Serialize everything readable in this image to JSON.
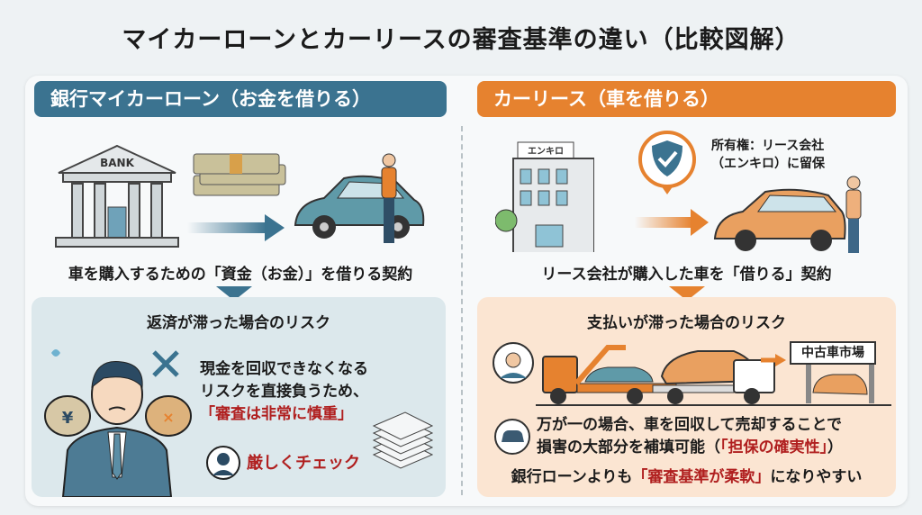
{
  "title": "マイカーローンとカーリースの審査基準の違い（比較図解）",
  "left": {
    "header": "銀行マイカーローン（お金を借りる）",
    "bank_sign": "BANK",
    "caption": "車を購入するための「資金（お金）」を借りる契約",
    "risk_title": "返済が滞った場合のリスク",
    "risk_line1": "現金を回収できなくなる",
    "risk_line2": "リスクを直接負うため、",
    "risk_highlight": "「審査は非常に慎重」",
    "check_label": "厳しくチェック",
    "yen_symbol": "¥"
  },
  "right": {
    "header": "カーリース（車を借りる）",
    "company_sign": "エンキロ",
    "ownership_line1": "所有権：リース会社",
    "ownership_line2": "（エンキロ）に留保",
    "caption": "リース会社が購入した車を「借りる」契約",
    "risk_title": "支払いが滞った場合のリスク",
    "market_sign": "中古車市場",
    "risk_line1": "万が一の場合、車を回収して売却することで",
    "risk_line2_pre": "損害の大部分を補填可能（",
    "risk_line2_highlight": "「担保の確実性」",
    "risk_line2_post": "）",
    "conclusion_pre": "銀行ローンよりも",
    "conclusion_highlight": "「審査基準が柔軟」",
    "conclusion_post": "になりやすい"
  },
  "colors": {
    "teal": "#3b7390",
    "orange": "#e6822f",
    "red": "#b01f1f"
  }
}
